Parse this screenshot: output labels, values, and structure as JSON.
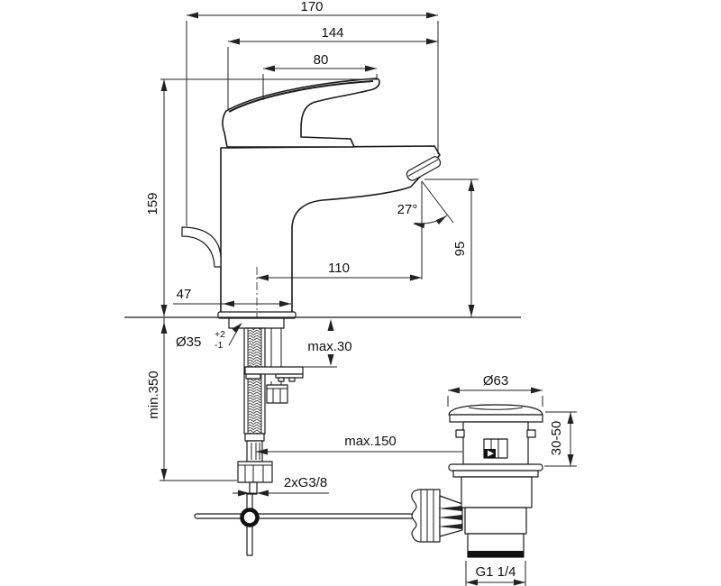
{
  "drawing": {
    "kind": "faucet-installation-dimension-drawing",
    "dims": {
      "overall_depth": "170",
      "spout_to_back": "144",
      "handle_length": "80",
      "height": "159",
      "angle": "27°",
      "outlet_height": "95",
      "reach": "110",
      "base_depth": "47",
      "hole_dia": "Ø35",
      "hole_tol_up": "+2",
      "hole_tol_dn": "-1",
      "deck_max": "max.30",
      "hose_min": "min.350",
      "rod_max": "max.150",
      "supply_thread": "2xG3/8",
      "waste_dia": "Ø63",
      "clamp_range": "30-50",
      "waste_thread": "G1 1/4"
    },
    "colors": {
      "line": "#1a1a1a",
      "dimension": "#222222",
      "background": "#ffffff"
    }
  }
}
